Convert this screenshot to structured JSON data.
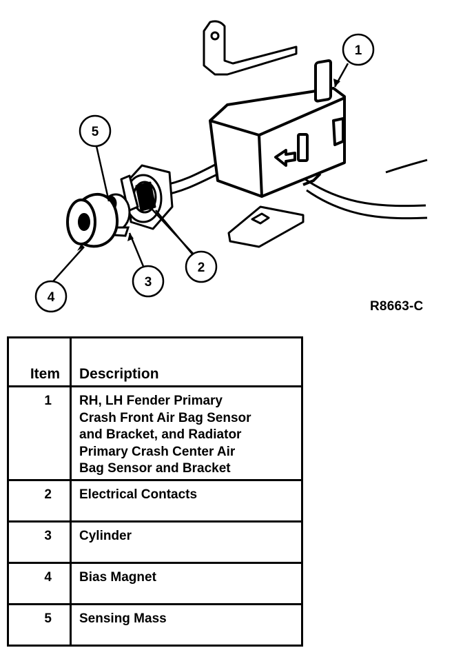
{
  "figure": {
    "reference_code": "R8663-C",
    "callouts": [
      "1",
      "2",
      "3",
      "4",
      "5"
    ]
  },
  "table": {
    "headers": {
      "item": "Item",
      "description": "Description"
    },
    "rows": [
      {
        "item": "1",
        "description": [
          "RH, LH Fender Primary",
          "Crash Front Air Bag Sensor",
          "and Bracket, and Radiator",
          "Primary Crash Center Air",
          "Bag Sensor and Bracket"
        ]
      },
      {
        "item": "2",
        "description": [
          "Electrical Contacts"
        ]
      },
      {
        "item": "3",
        "description": [
          "Cylinder"
        ]
      },
      {
        "item": "4",
        "description": [
          "Bias Magnet"
        ]
      },
      {
        "item": "5",
        "description": [
          "Sensing Mass"
        ]
      }
    ]
  }
}
